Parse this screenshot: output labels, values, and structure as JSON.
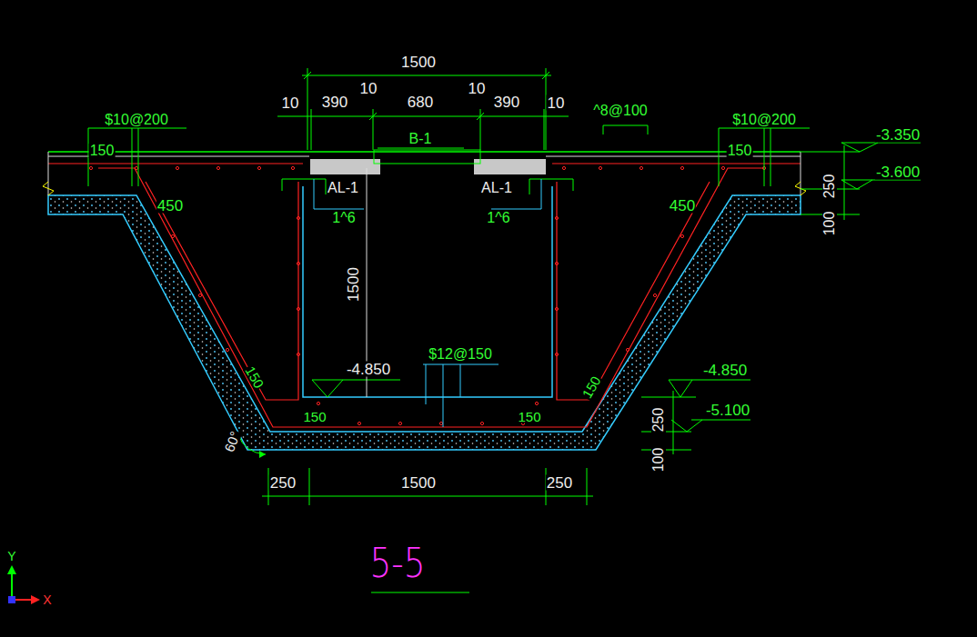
{
  "diagram": {
    "caption": "5-5",
    "labels": [
      "1500",
      "10",
      "390",
      "10",
      "680",
      "10",
      "390",
      "10",
      "^8@100",
      "$10@200",
      "$10@200",
      "150",
      "150",
      "-3.350",
      "-3.600",
      "250",
      "100",
      "B-1",
      "AL-1",
      "AL-1",
      "1^6",
      "1^6",
      "450",
      "450",
      "1500",
      "$12@150",
      "-4.850",
      "-4.850",
      "150",
      "150",
      "150",
      "150",
      "-5.100",
      "250",
      "100",
      "60°",
      "250",
      "1500",
      "250",
      "Y",
      "X"
    ]
  }
}
